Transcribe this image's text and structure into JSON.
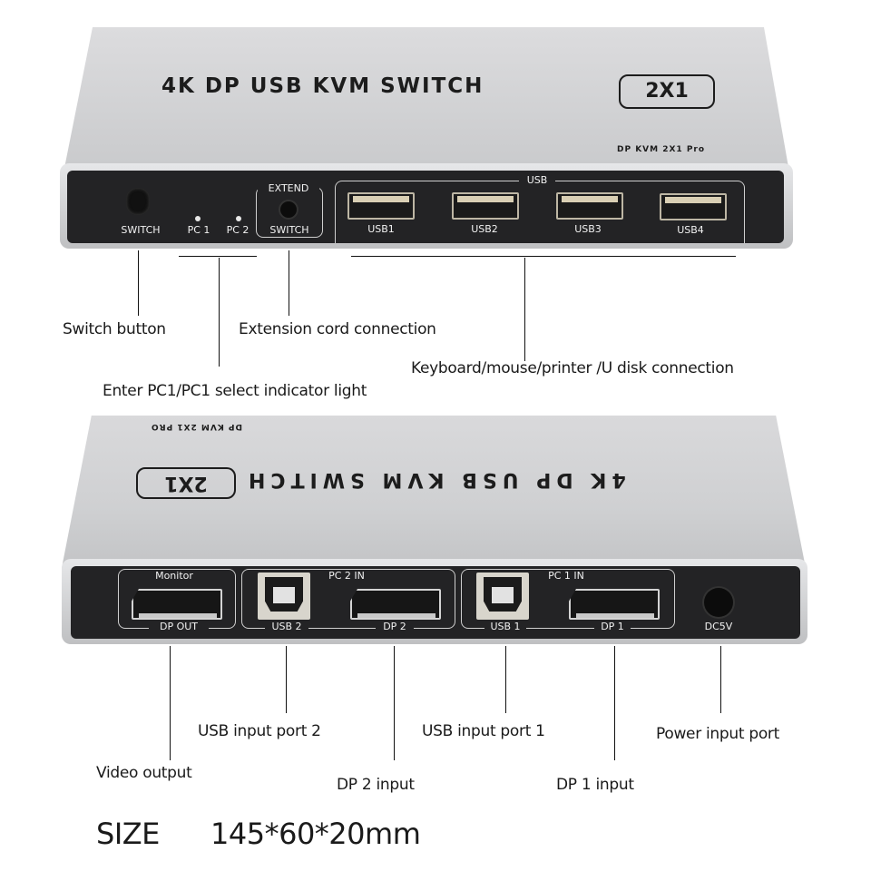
{
  "top_view": {
    "brand_title": "4K  DP USB KVM  SWITCH",
    "badge": "2X1",
    "model": "DP  KVM  2X1  Pro",
    "front_panel": {
      "switch_button_label": "SWITCH",
      "led_labels": [
        "PC 1",
        "PC 2"
      ],
      "extend_group": {
        "top_label": "EXTEND",
        "bottom_label": "SWITCH"
      },
      "usb_group_label": "USB",
      "usb_ports": [
        "USB1",
        "USB2",
        "USB3",
        "USB4"
      ]
    },
    "callouts": {
      "switch_button": "Switch button",
      "extension": "Extension cord connection",
      "indicator": "Enter PC1/PC1 select indicator light",
      "usb": "Keyboard/mouse/printer /U disk connection"
    }
  },
  "bottom_view": {
    "brand_title": "4K  DP  USB  KVM  SWITCH",
    "badge": "2X1",
    "model": "DP  KVM 2X1 PRO",
    "rear_panel": {
      "monitor_group": {
        "top_label": "Monitor",
        "bottom_label": "DP OUT"
      },
      "pc2_group": {
        "top_label": "PC 2 IN",
        "usb_label": "USB 2",
        "dp_label": "DP 2"
      },
      "pc1_group": {
        "top_label": "PC 1 IN",
        "usb_label": "USB 1",
        "dp_label": "DP 1"
      },
      "power_label": "DC5V"
    },
    "callouts": {
      "video_output": "Video output",
      "usb_input_2": "USB input port 2",
      "dp2_input": "DP 2 input",
      "usb_input_1": "USB input port 1",
      "dp1_input": "DP 1 input",
      "power_input": "Power input port"
    }
  },
  "size": {
    "label": "SIZE",
    "value": "145*60*20mm"
  }
}
